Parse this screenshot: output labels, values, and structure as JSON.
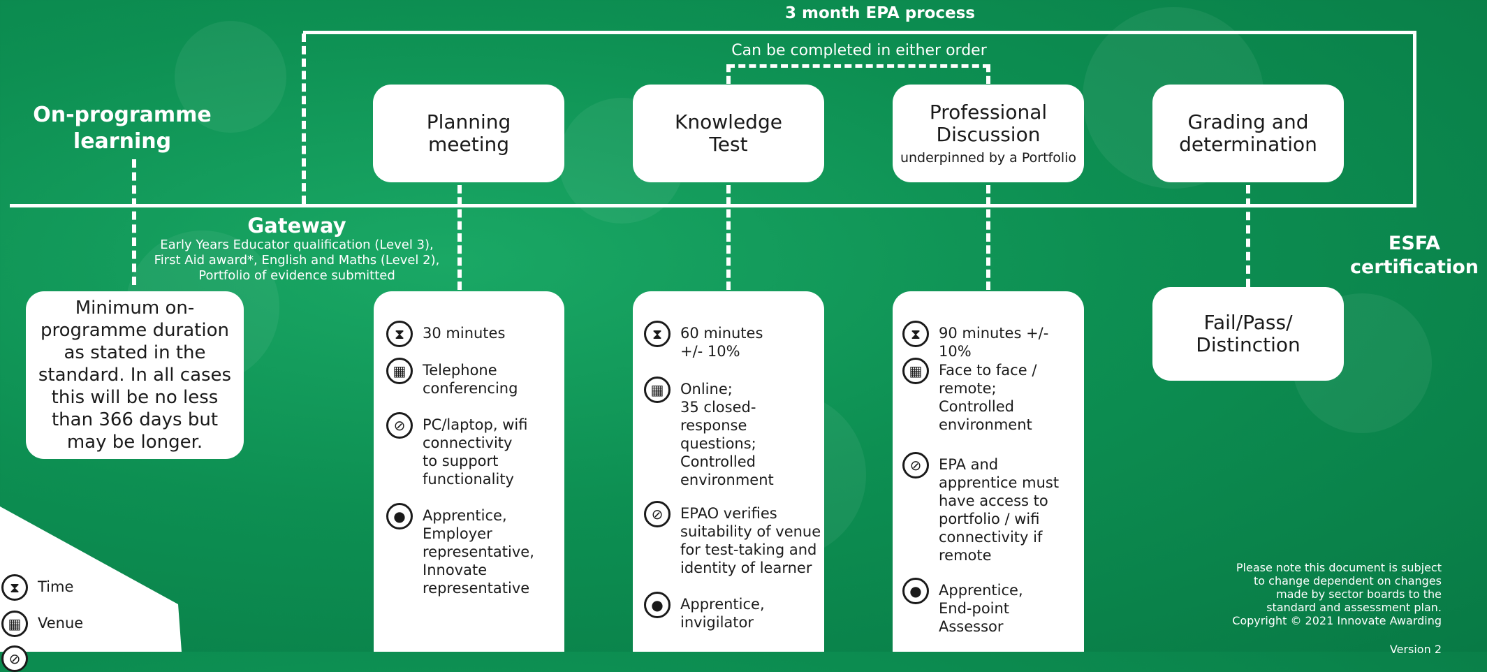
{
  "header": {
    "title": "3 month EPA process",
    "either_order": "Can be completed in either order"
  },
  "on_programme": {
    "label": "On-programme\nlearning",
    "description": "Minimum on-programme duration as stated in the standard. In all cases this will be no less than 366 days but may be longer."
  },
  "gateway": {
    "title": "Gateway",
    "line1": "Early Years Educator qualification (Level 3),",
    "line2": "First Aid award*, English and Maths (Level 2),",
    "line3": "Portfolio of evidence submitted"
  },
  "stages": [
    {
      "title": "Planning\nmeeting",
      "subtitle": ""
    },
    {
      "title": "Knowledge\nTest",
      "subtitle": ""
    },
    {
      "title": "Professional\nDiscussion",
      "subtitle": "underpinned by a Portfolio"
    },
    {
      "title": "Grading and\ndetermination",
      "subtitle": ""
    }
  ],
  "cards": [
    {
      "time": "30 minutes",
      "venue": "Telephone\nconferencing",
      "resources": "PC/laptop, wifi\nconnectivity\nto support\nfunctionality",
      "people": "Apprentice,\nEmployer\nrepresentative,\nInnovate\nrepresentative"
    },
    {
      "time": "60 minutes\n +/- 10%",
      "venue": "Online;\n35 closed-\nresponse\nquestions;\nControlled\nenvironment",
      "resources": "EPAO verifies\nsuitability of venue\nfor test-taking and\nidentity of learner",
      "people": "Apprentice,\ninvigilator"
    },
    {
      "time": "90 minutes +/- 10%",
      "venue": "Face to face /\nremote;\nControlled\nenvironment",
      "resources": "EPA and\napprentice must\nhave access to\nportfolio / wifi\nconnectivity if\nremote",
      "people": "Apprentice,\nEnd-point\nAssessor"
    }
  ],
  "grading_result": "Fail/Pass/\nDistinction",
  "esfa": "ESFA\ncertification",
  "legend": {
    "time": "Time",
    "venue": "Venue"
  },
  "icons": {
    "time": "hourglass-icon",
    "venue": "building-icon",
    "resources": "paperclip-icon",
    "people": "person-icon"
  },
  "note": "Please note this document is subject\nto change dependent on changes\nmade by sector boards to the\nstandard and assessment plan.\nCopyright © 2021 Innovate Awarding",
  "version": "Version 2",
  "colors": {
    "background": "#0d8f52",
    "box": "#ffffff",
    "text_dark": "#1a1a1a"
  }
}
